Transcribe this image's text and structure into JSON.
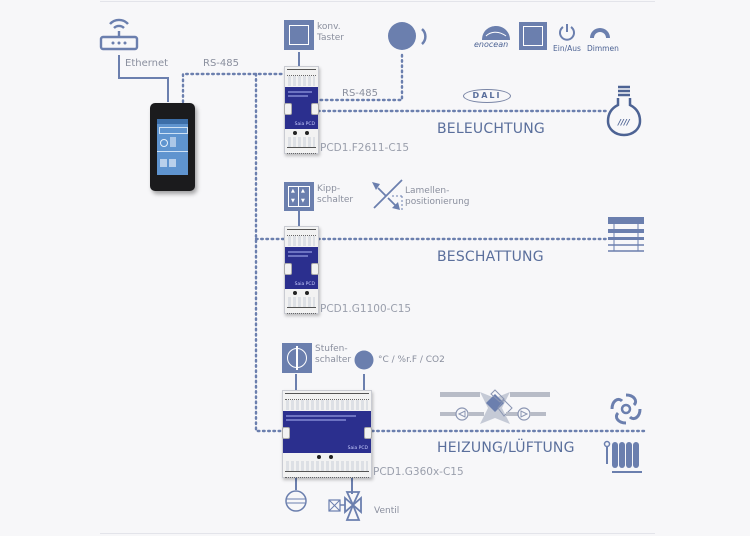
{
  "diagram": {
    "colors": {
      "accent": "#6b7fae",
      "device_blue": "#2b2f8e",
      "section_text": "#5a6f9c",
      "background": "#f7f7f9"
    },
    "network": {
      "router_icon": "wifi-router-icon",
      "ethernet_label": "Ethernet",
      "rs485_label_top": "RS-485",
      "rs485_label_mid": "RS-485",
      "touch_panel_icon": "touch-panel-icon"
    },
    "sections": [
      {
        "title": "BELEUCHTUNG",
        "controller": "PCD1.F2611-C15",
        "inputs": [
          {
            "label_line1": "konv.",
            "label_line2": "Taster",
            "icon": "push-button-icon"
          },
          {
            "icon": "wireless-sensor-icon"
          }
        ],
        "protocol_badge": "DALI",
        "enocean_label": "enocean",
        "actions": [
          {
            "label": "Ein/Aus",
            "icon": "power-icon"
          },
          {
            "label": "Dimmen",
            "icon": "dimmer-icon"
          }
        ],
        "output_icon": "lightbulb-icon"
      },
      {
        "title": "BESCHATTUNG",
        "controller": "PCD1.G1100-C15",
        "inputs": [
          {
            "label_line1": "Kipp-",
            "label_line2": "schalter",
            "icon": "rocker-switch-icon"
          },
          {
            "label_line1": "Lamellen-",
            "label_line2": "positionierung",
            "icon": "slat-position-icon"
          }
        ],
        "output_icon": "blinds-icon"
      },
      {
        "title": "HEIZUNG/LÜFTUNG",
        "controller": "PCD1.G360x-C15",
        "inputs": [
          {
            "label_line1": "Stufen-",
            "label_line2": "schalter",
            "icon": "step-switch-icon"
          },
          {
            "label_line1": "°C / %r.F / CO2",
            "icon": "climate-sensor-icon"
          }
        ],
        "outputs": [
          {
            "icon": "pump-icon"
          },
          {
            "label": "Ventil",
            "icon": "valve-icon"
          }
        ],
        "output_icons": [
          "hvac-unit-icon",
          "fan-icon",
          "radiator-icon"
        ]
      }
    ]
  }
}
